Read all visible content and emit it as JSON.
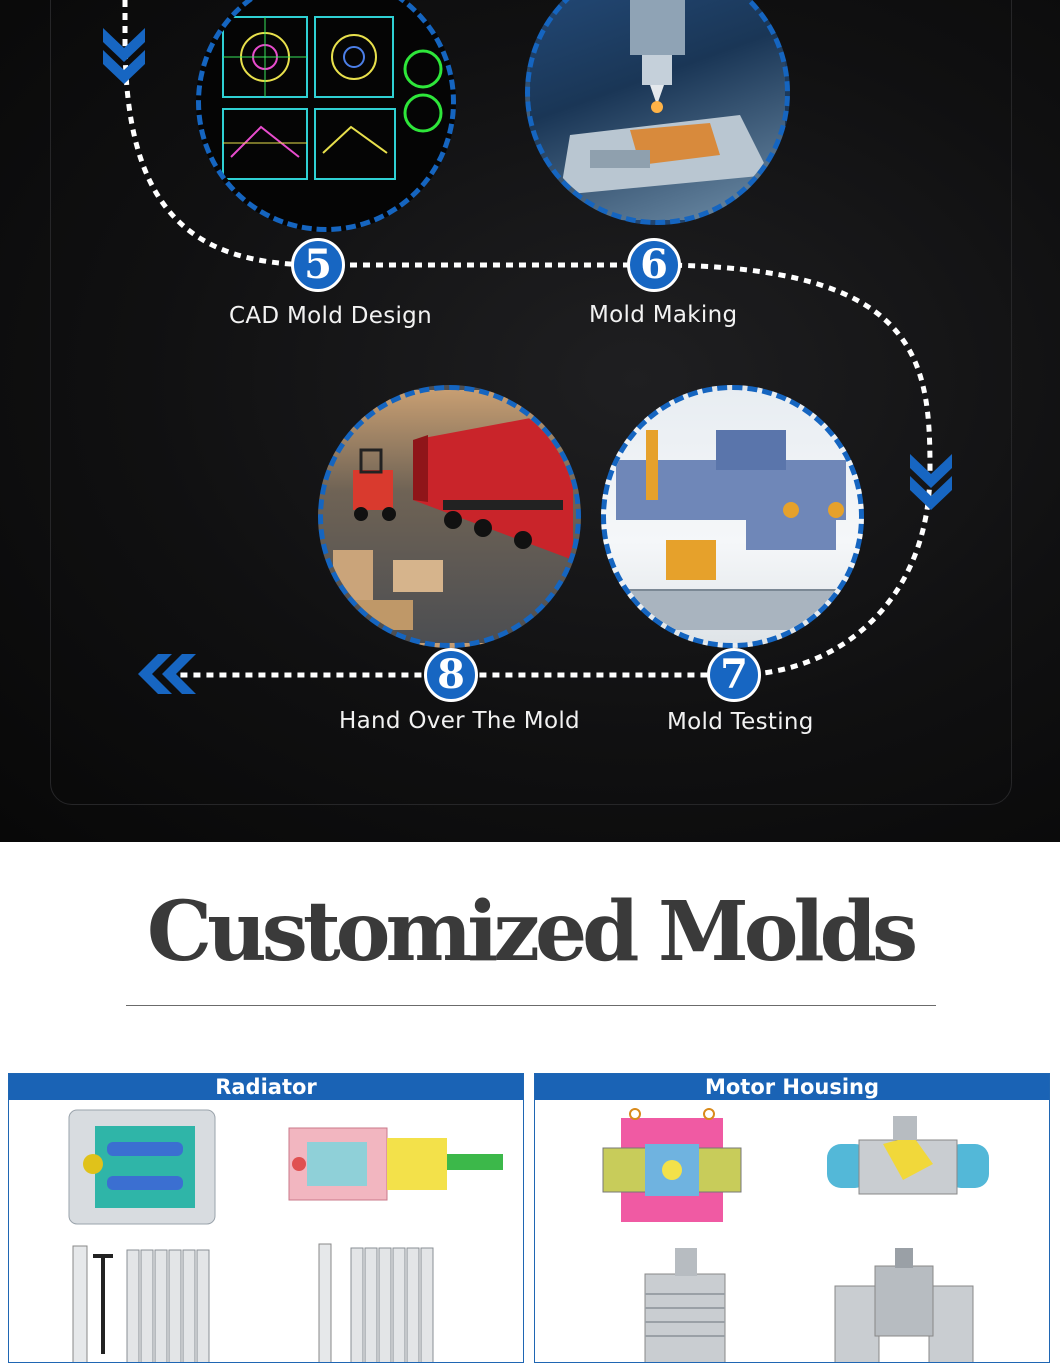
{
  "process": {
    "steps": [
      {
        "number": "5",
        "label": "CAD Mold Design",
        "image": "cad-blueprint"
      },
      {
        "number": "6",
        "label": "Mold Making",
        "image": "cnc-machining"
      },
      {
        "number": "7",
        "label": "Mold Testing",
        "image": "injection-machine"
      },
      {
        "number": "8",
        "label": "Hand Over The Mold",
        "image": "shipping-container"
      }
    ],
    "accent_color": "#1766c2"
  },
  "section": {
    "title": "Customized Molds"
  },
  "categories": [
    {
      "title": "Radiator",
      "images": [
        "radiator-mold-top-view",
        "radiator-mold-side-view",
        "radiator-tubes",
        "radiator-columns"
      ]
    },
    {
      "title": "Motor Housing",
      "images": [
        "motor-housing-mold",
        "engine-assembly",
        "engine-side-view",
        "engine-rear-view"
      ]
    }
  ]
}
